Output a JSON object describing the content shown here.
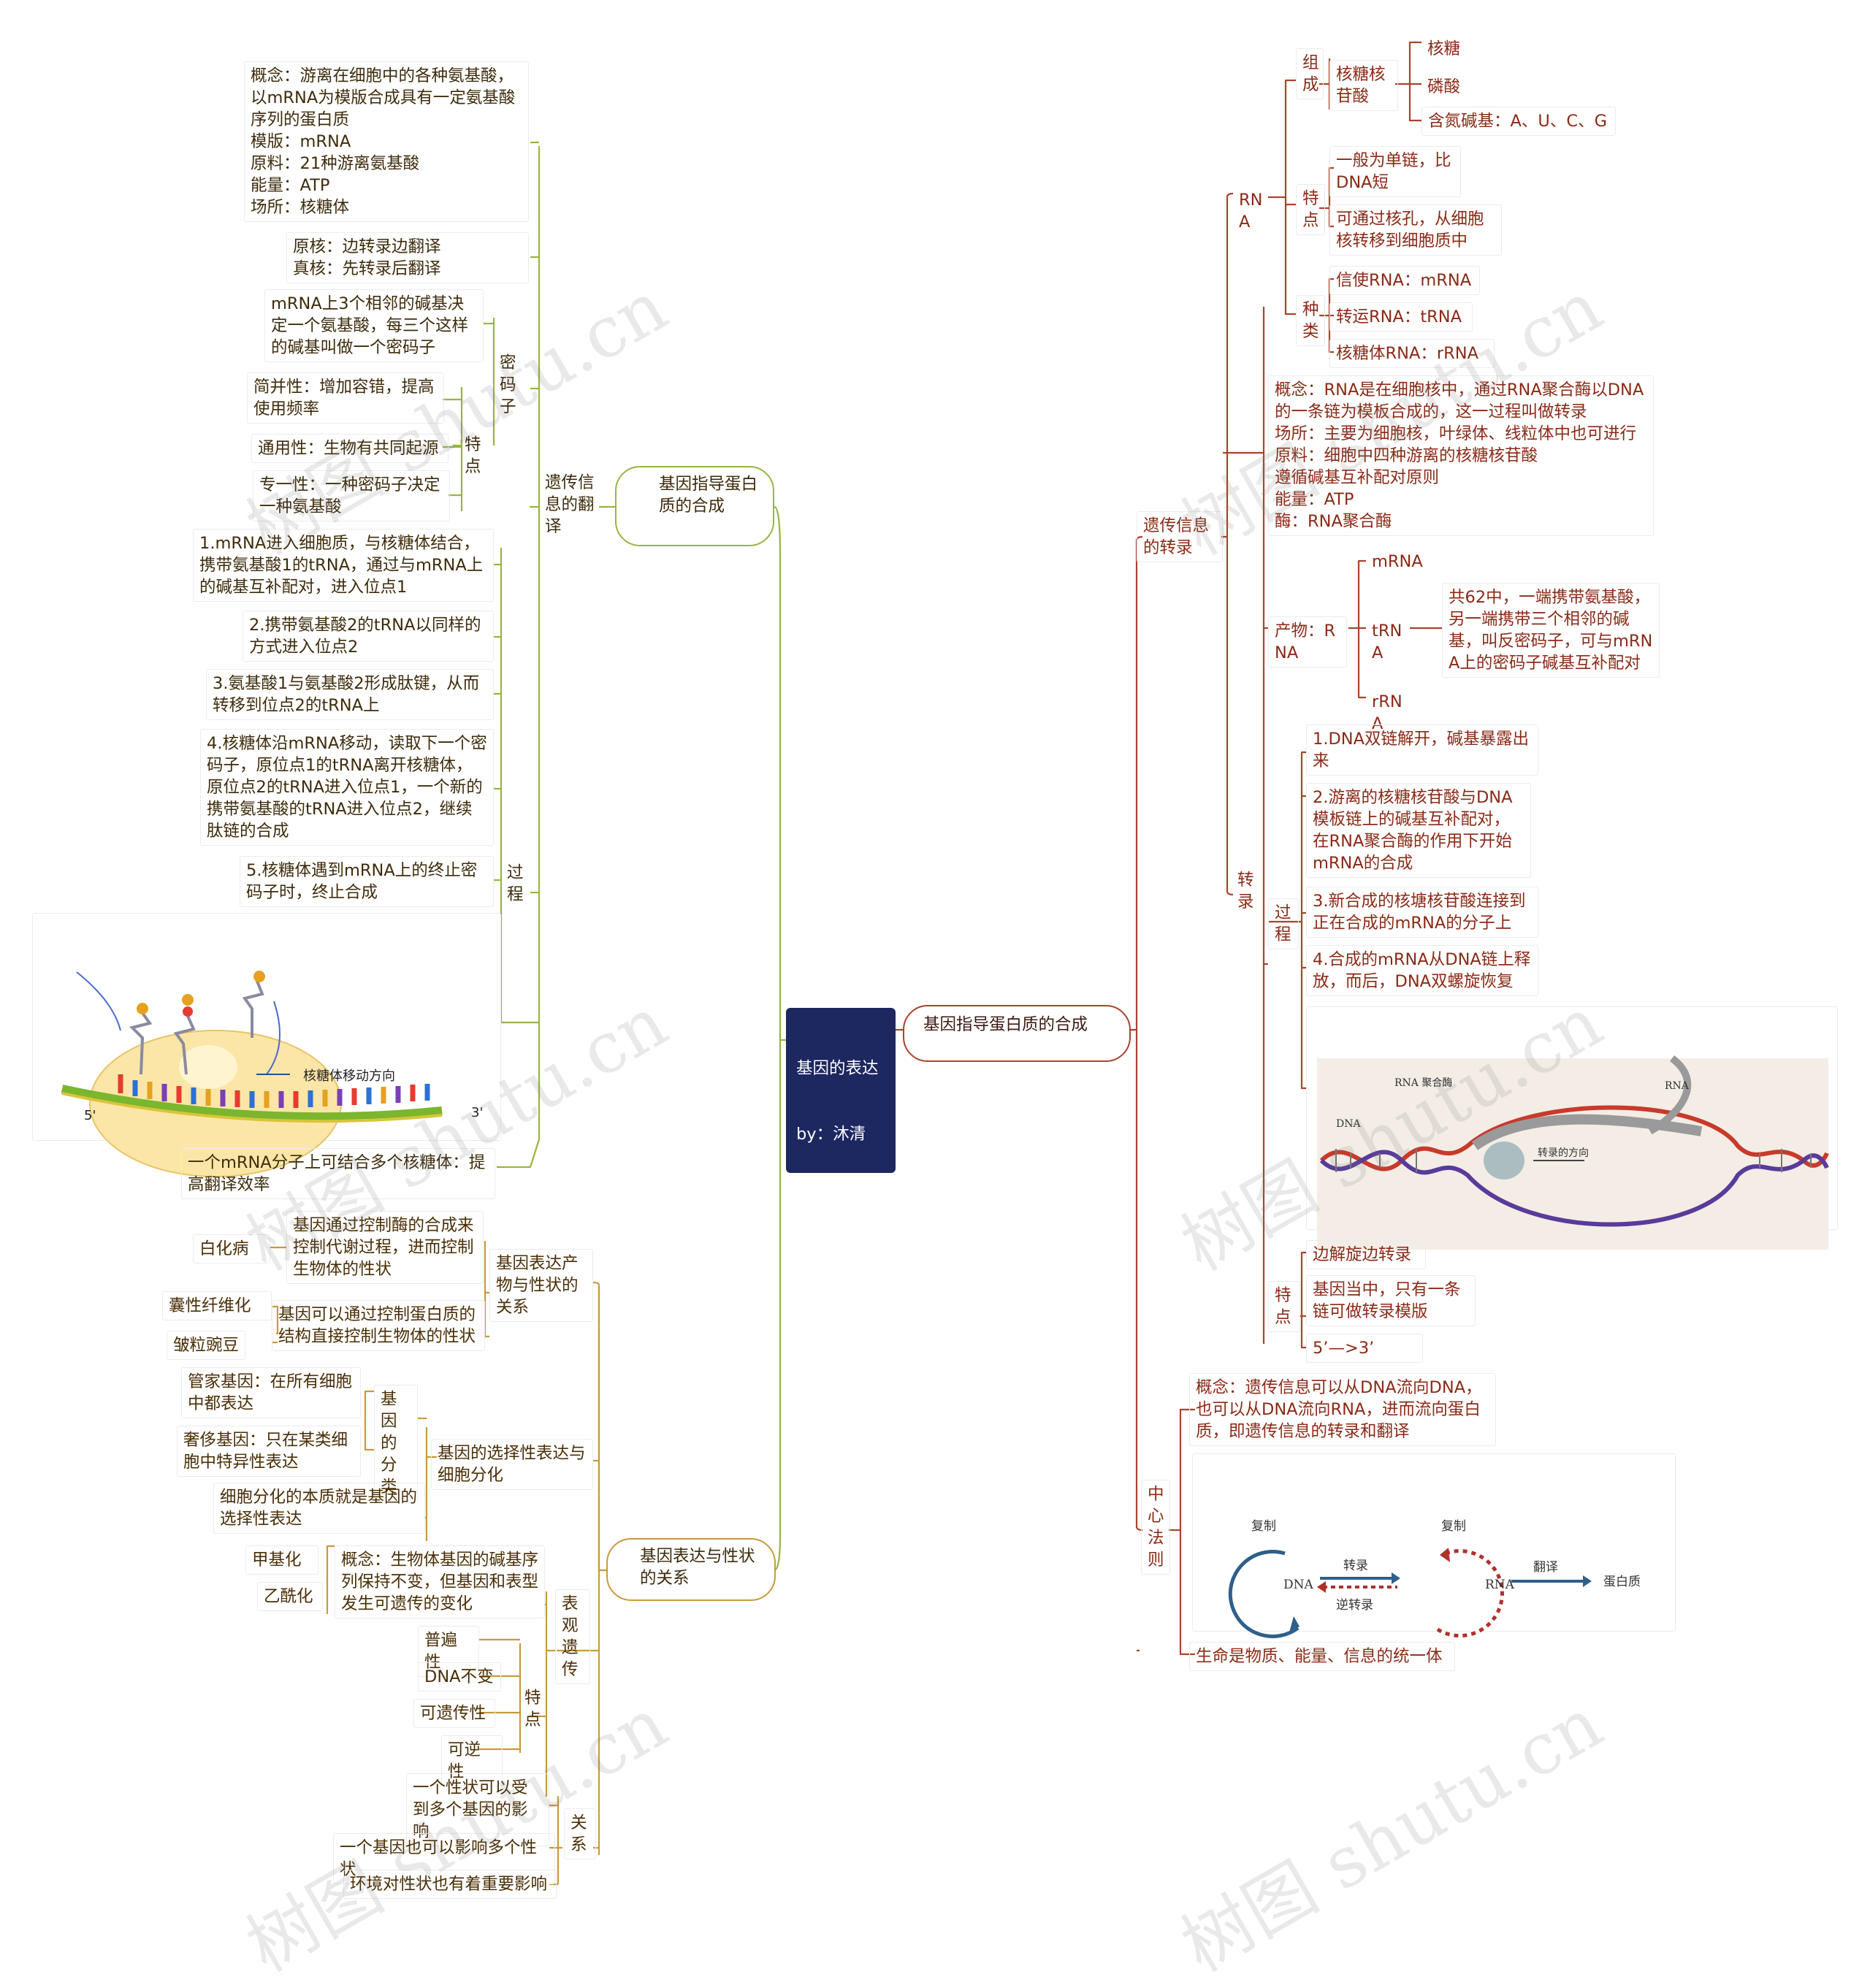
{
  "root": {
    "title": "基因的表达",
    "author": "by：沐清"
  },
  "left": {
    "translation": {
      "title": "基因指导蛋白质的合成",
      "label": "遗传信息的翻译",
      "concept": "概念：游离在细胞中的各种氨基酸，以mRNA为模版合成具有一定氨基酸序列的蛋白质\n模版：mRNA\n原料：21种游离氨基酸\n能量：ATP\n场所：核糖体",
      "prokaryote": "原核：边转录边翻译\n真核：先转录后翻译",
      "codon_label": "密码子",
      "codon_def": "mRNA上3个相邻的碱基决定一个氨基酸，每三个这样的碱基叫做一个密码子",
      "features_label": "特点",
      "features": [
        "简并性：增加容错，提高使用频率",
        "通用性：生物有共同起源",
        "专一性：一种密码子决定一种氨基酸"
      ],
      "process_label": "过程",
      "steps": [
        "1.mRNA进入细胞质，与核糖体结合，携带氨基酸1的tRNA，通过与mRNA上的碱基互补配对，进入位点1",
        "2.携带氨基酸2的tRNA以同样的方式进入位点2",
        "3.氨基酸1与氨基酸2形成肽键，从而转移到位点2的tRNA上",
        "4.核糖体沿mRNA移动，读取下一个密码子，原位点1的tRNA离开核糖体，原位点2的tRNA进入位点1，一个新的携带氨基酸的tRNA进入位点2，继续肽链的合成",
        "5.核糖体遇到mRNA上的终止密码子时，终止合成"
      ],
      "figure": {
        "direction_label": "核糖体移动方向",
        "five_prime": "5'",
        "three_prime": "3'"
      },
      "polysome": "一个mRNA分子上可结合多个核糖体：提高翻译效率"
    },
    "traits": {
      "title": "基因表达与性状的关系",
      "product_label": "基因表达产物与性状的关系",
      "enzyme_path": "基因通过控制酶的合成来控制代谢过程，进而控制生物体的性状",
      "enzyme_example": "白化病",
      "protein_path": "基因可以通过控制蛋白质的结构直接控制生物体的性状",
      "protein_examples": [
        "囊性纤维化",
        "皱粒豌豆"
      ],
      "selective_label": "基因的选择性表达与细胞分化",
      "classify_label": "基因的分类",
      "housekeeping": "管家基因：在所有细胞中都表达",
      "luxury": "奢侈基因：只在某类细胞中特异性表达",
      "differentiation": "细胞分化的本质就是基因的选择性表达",
      "epi_label": "表观遗传",
      "epi_concept": "概念：生物体基因的碱基序列保持不变，但基因和表型发生可遗传的变化",
      "epi_examples": [
        "甲基化",
        "乙酰化"
      ],
      "epi_features_label": "特点",
      "epi_features": [
        "普遍性",
        "DNA不变",
        "可遗传性",
        "可逆性"
      ],
      "relation_label": "关系",
      "relations": [
        "一个性状可以受到多个基因的影响",
        "一个基因也可以影响多个性状",
        "环境对性状也有着重要影响"
      ]
    }
  },
  "right": {
    "title": "基因指导蛋白质的合成",
    "transcription": {
      "label": "遗传信息的转录",
      "rna_label": "RNA",
      "composition_label": "组成",
      "nucleotide": "核糖核苷酸",
      "components": [
        "核糖",
        "磷酸",
        "含氮碱基：A、U、C、G"
      ],
      "traits_label": "特点",
      "traits": [
        "一般为单链，比DNA短",
        "可通过核孔，从细胞核转移到细胞质中"
      ],
      "types_label": "种类",
      "types": [
        "信使RNA：mRNA",
        "转运RNA：tRNA",
        "核糖体RNA：rRNA"
      ],
      "concept": "概念：RNA是在细胞核中，通过RNA聚合酶以DNA的一条链为模板合成的，这一过程叫做转录\n场所：主要为细胞核，叶绿体、线粒体中也可进行\n原料：细胞中四种游离的核糖核苷酸\n遵循碱基互补配对原则\n能量：ATP\n酶：RNA聚合酶",
      "product_label": "产物：RNA",
      "products": [
        "mRNA",
        "tRNA",
        "rRNA"
      ],
      "trna_note": "共62中，一端携带氨基酸，另一端携带三个相邻的碱基，叫反密码子，可与mRNA上的密码子碱基互补配对",
      "transcribe_label": "转录",
      "process_label": "过程",
      "steps": [
        "1.DNA双链解开，碱基暴露出来",
        "2.游离的核糖核苷酸与DNA模板链上的碱基互补配对，在RNA聚合酶的作用下开始mRNA的合成",
        "3.新合成的核塘核苷酸连接到正在合成的mRNA的分子上",
        "4.合成的mRNA从DNA链上释放，而后，DNA双螺旋恢复"
      ],
      "figure": {
        "polymerase": "RNA 聚合酶",
        "rna": "RNA",
        "dna": "DNA",
        "direction": "转录的方向"
      },
      "features_label": "特点",
      "features": [
        "边解旋边转录",
        "基因当中，只有一条链可做转录模版",
        "5’—>3’"
      ]
    },
    "dogma": {
      "label": "中心法则",
      "concept": "概念：遗传信息可以从DNA流向DNA，也可以从DNA流向RNA，进而流向蛋白质，即遗传信息的转录和翻译",
      "figure": {
        "replication": "复制",
        "dna": "DNA",
        "transcription": "转录",
        "reverse": "逆转录",
        "rna": "RNA",
        "translation": "翻译",
        "protein": "蛋白质"
      },
      "summary": "生命是物质、能量、信息的统一体"
    }
  },
  "watermark": "树图 shutu.cn",
  "colors": {
    "root": "#1d2760",
    "left_green": "#96b640",
    "left_brown": "#c99a3c",
    "right_red": "#a8442c"
  }
}
